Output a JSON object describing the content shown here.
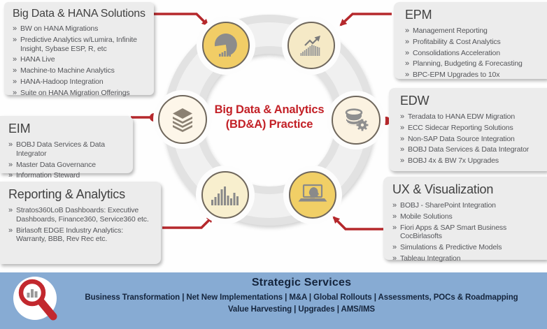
{
  "bullet": "»",
  "center": {
    "line1": "Big Data & Analytics",
    "line2": "(BD&A) Practice"
  },
  "colors": {
    "accent_red": "#b5282c",
    "center_text": "#c32127",
    "panel_bg": "#ececec",
    "band_blue": "#87abd3",
    "ring_gray": "#e2e2e2",
    "gold": "#f1cd66",
    "cream": "#fdf6e9",
    "icon_gray": "#8a8a8a"
  },
  "icons": {
    "top_left": "pie-chart-icon",
    "top_right": "growth-chart-icon",
    "left": "layers-icon",
    "right": "database-gear-icon",
    "bottom_left": "bar-chart-icon",
    "bottom_right": "laptop-ai-icon",
    "band": "magnifier-chart-icon"
  },
  "panels": {
    "big_data_hana": {
      "title": "Big Data & HANA Solutions",
      "items": [
        "BW on HANA Migrations",
        "Predictive Analytics w/Lumira, Infinite Insight, Sybase ESP, R, etc",
        "HANA Live",
        "Machine-to Machine Analytics",
        "HANA-Hadoop Integration",
        "Suite on HANA Migration Offerings"
      ]
    },
    "epm": {
      "title": "EPM",
      "items": [
        "Management Reporting",
        "Profitability & Cost Analytics",
        "Consolidations Acceleration",
        "Planning, Budgeting & Forecasting",
        "BPC-EPM Upgrades to 10x"
      ]
    },
    "eim": {
      "title": "EIM",
      "items": [
        "BOBJ Data Services & Data Integrator",
        "Master Data Governance",
        "Information Steward"
      ]
    },
    "edw": {
      "title": "EDW",
      "items": [
        "Teradata to HANA EDW Migration",
        "ECC Sidecar Reporting Solutions",
        "Non-SAP Data Source Integration",
        "BOBJ Data Services & Data Integrator",
        "BOBJ 4x & BW 7x Upgrades"
      ]
    },
    "reporting": {
      "title": "Reporting & Analytics",
      "items": [
        "Stratos360LoB Dashboards: Executive Dashboards, Finance360, Service360  etc.",
        "Birlasoft EDGE  Industry Analytics: Warranty, BBB, Rev Rec etc."
      ]
    },
    "ux": {
      "title": "UX & Visualization",
      "items": [
        "BOBJ - SharePoint Integration",
        "Mobile Solutions",
        "Fiori Apps & SAP Smart Business CocBirlasofts",
        "Simulations & Predictive Models",
        "Tableau Integration"
      ]
    }
  },
  "strategic": {
    "title": "Strategic Services",
    "row1": [
      "Business Transformation",
      "Net New Implementations",
      "M&A",
      "Global Rollouts",
      "Assessments, POCs & Roadmapping"
    ],
    "row2": [
      "Value Harvesting",
      "Upgrades",
      "AMS/IMS"
    ]
  }
}
